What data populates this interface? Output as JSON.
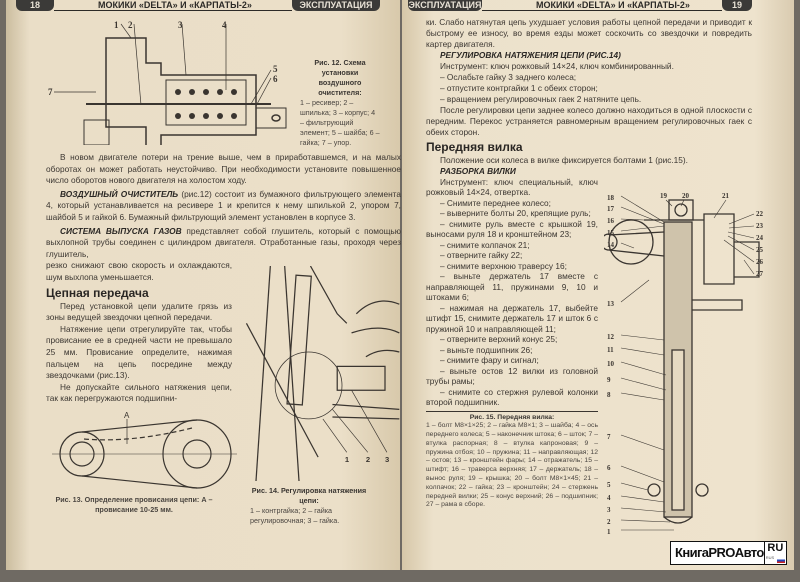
{
  "left_page": {
    "page_number": "18",
    "book_title": "МОКИКИ «DELTA» И «КАРПАТЫ-2»",
    "section": "ЭКСПЛУАТАЦИЯ",
    "fig12": {
      "title": "Рис. 12. Схема установки воздушного очистителя:",
      "legend": "1 – ресивер; 2 – шпилька; 3 – корпус; 4 – фильтрующий элемент; 5 – шайба; 6 – гайка; 7 – упор.",
      "labels": [
        "1",
        "2",
        "3",
        "4",
        "5",
        "6",
        "7"
      ]
    },
    "para1": "В новом двигателе потери на трение выше, чем в приработавшемся, и на малых оборотах он может работать неустойчиво. При необходимости установите повышенное число оборотов нового двигателя на холостом ходу.",
    "para2_bold": "ВОЗДУШНЫЙ ОЧИСТИТЕЛЬ",
    "para2": " (рис.12) состоит из бумажного фильтрующего элемента 4, который устанавливается на ресивере 1 и крепится к нему шпилькой 2, упором 7, шайбой 5 и гайкой 6. Бумажный фильтрующий элемент установлен в корпусе 3.",
    "para3_bold": "СИСТЕМА ВЫПУСКА ГАЗОВ",
    "para3a": " представляет собой глушитель, который с помощью выхлопной трубы соединен с цилиндром двигателя. Отработанные газы, проходя через глушитель,",
    "para3b": "резко снижают свою скорость и охлаждаются, шум выхлопа уменьшается.",
    "heading_chain": "Цепная передача",
    "chain_p1": "Перед установкой цепи удалите грязь из зоны ведущей звездочки цепной передачи.",
    "chain_p2": "Натяжение цепи отрегулируйте так, чтобы провисание ее в средней части не превышало 25 мм. Провисание определите, нажимая пальцем на цепь посредине между звездочками (рис.13).",
    "chain_p3": "Не допускайте сильного натяжения цепи, так как перегружаются подшипни-",
    "fig13": {
      "label_a": "А",
      "caption": "Рис. 13. Определение провисания цепи: А – провисание 10-25 мм."
    },
    "fig14": {
      "title": "Рис. 14. Регулировка натяжения цепи:",
      "legend": "1 – контргайка; 2 – гайка регулировочная; 3 – гайка.",
      "labels": [
        "1",
        "2",
        "3"
      ]
    }
  },
  "right_page": {
    "page_number": "19",
    "book_title": "МОКИКИ «DELTA» И «КАРПАТЫ-2»",
    "section": "ЭКСПЛУАТАЦИЯ",
    "cont": "ки. Слабо натянутая цепь ухудшает условия работы цепной передачи и приводит к быстрому ее износу, во время езды может соскочить со звездочки и повредить картер двигателя.",
    "sub_chain": "РЕГУЛИРОВКА НАТЯЖЕНИЯ ЦЕПИ (РИС.14)",
    "chain_steps": [
      "Инструмент: ключ рожковый 14×24, ключ комбинированный.",
      "– Ослабьте гайку 3 заднего колеса;",
      "– отпустите контргайки 1 с обеих сторон;",
      "– вращением регулировочных гаек 2 натяните цепь."
    ],
    "chain_after": "После регулировки цепи заднее колесо должно находиться в одной плоскости с передним. Перекос устраняется равномерным вращением регулировочных гаек с обеих сторон.",
    "heading_fork": "Передняя вилка",
    "fork_p": "Положение оси колеса в вилке фиксируется болтами 1 (рис.15).",
    "sub_fork": "РАЗБОРКА ВИЛКИ",
    "fork_steps": [
      "Инструмент: ключ специальный, ключ рожковый 14×24, отвертка.",
      "– Снимите переднее колесо;",
      "– выверните болты 20, крепящие руль;",
      "– снимите руль вместе с крышкой 19, выносами руля 18 и кронштейном 23;",
      "– снимите колпачок 21;",
      "– отверните гайку 22;",
      "– снимите верхнюю траверсу 16;",
      "– выньте держатель 17 вместе с направляющей 11, пружинами 9, 10 и штоками 6;",
      "– нажимая на держатель 17, выбейте штифт 15, снимите держатель 17 и шток 6 с пружиной 10 и направляющей 11;",
      "– отверните верхний конус 25;",
      "– выньте подшипник 26;",
      "– снимите фару и сигнал;",
      "– выньте остов 12 вилки из головной трубы рамы;",
      "– снимите со стержня рулевой колонки второй подшипник."
    ],
    "fig15": {
      "title": "Рис. 15. Передняя вилка:",
      "legend": "1 – болт М8×1×25; 2 – гайка М8×1; 3 – шайба; 4 – ось переднего колеса; 5 – наконечник штока; 6 – шток; 7 – втулка распорная; 8 – втулка капроновая; 9 – пружина отбоя; 10 – пружина; 11 – направляющая; 12 – остов; 13 – кронштейн фары; 14 – отражатель; 15 – штифт; 16 – траверса верхняя; 17 – держатель; 18 – вынос руля; 19 – крышка; 20 – болт М8×1×45; 21 – колпачок; 22 – гайка; 23 – кронштейн; 24 – стержень передней вилки; 25 – конус верхний; 26 – подшипник; 27 – рама в сборе.",
      "labels_left": [
        "18",
        "17",
        "16",
        "15",
        "14",
        "13",
        "12",
        "11",
        "10",
        "9",
        "8",
        "7",
        "6",
        "5",
        "4",
        "3",
        "2",
        "1"
      ],
      "labels_top": [
        "19",
        "20",
        "21"
      ],
      "labels_right": [
        "22",
        "23",
        "24",
        "25",
        "26",
        "27"
      ]
    }
  },
  "watermark": {
    "name": "КнигаPROАвто",
    "domain": "RU",
    "sub": "RUS"
  }
}
